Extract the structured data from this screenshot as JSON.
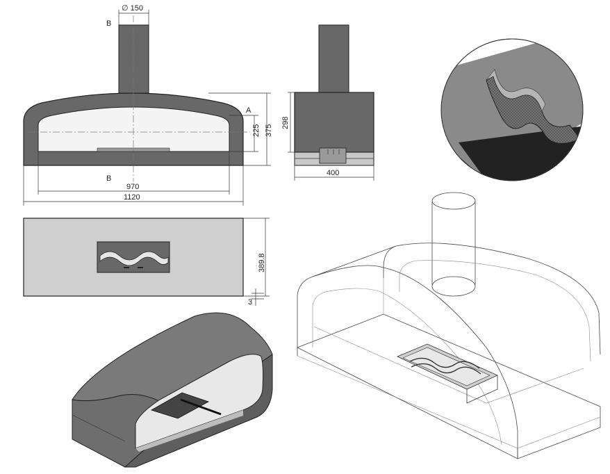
{
  "drawing": {
    "front_view": {
      "flue_diameter_label": "∅ 150",
      "section_marker_top": "B",
      "section_marker_bottom": "B",
      "section_marker_side": "A",
      "dim_inner_width": "970",
      "dim_outer_width": "1120",
      "dim_opening_height": "225",
      "dim_total_height": "375"
    },
    "side_view": {
      "dim_height": "298",
      "dim_depth": "400"
    },
    "top_view": {
      "dim_depth": "389.8",
      "dim_thickness": "3"
    }
  },
  "colors": {
    "body_fill": "#686868",
    "opening_fill": "#f4f4f4",
    "plate_fill": "#c8c8c8",
    "line": "#222222"
  }
}
